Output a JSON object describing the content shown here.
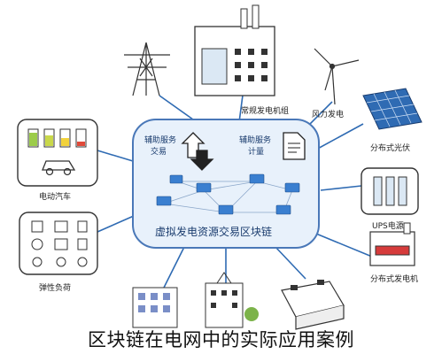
{
  "hub": {
    "title": "虚拟发电资源交易区块链",
    "left_service": "辅助服务\n交易",
    "right_service": "辅助服务\n计量"
  },
  "nodes": {
    "conventional_plant": "常规发电机组",
    "wind": "风力发电",
    "solar": "分布式光伏",
    "ups": "UPS电源",
    "distributed_gen": "分布式发电机",
    "ev": "电动汽车",
    "flexible_load": "弹性负荷"
  },
  "caption": "区块链在电网中的实际应用案例",
  "colors": {
    "hub_border": "#4a78b8",
    "hub_fill": "#e8f1fb",
    "connector": "#2f6bb3",
    "node_fill": "#ffffff",
    "node_border": "#333333"
  }
}
